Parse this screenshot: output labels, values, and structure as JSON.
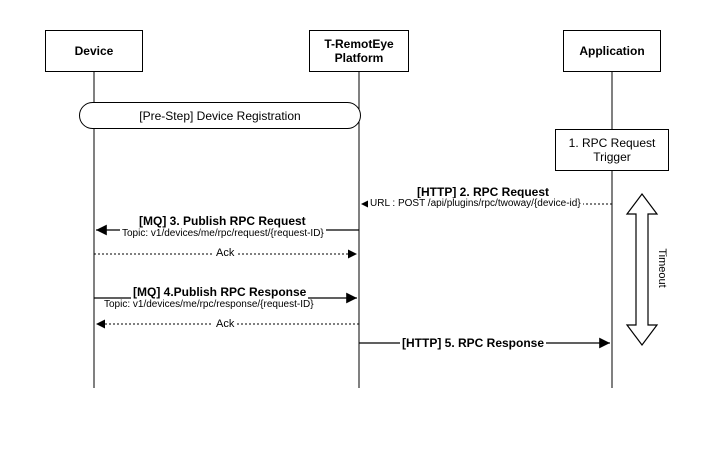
{
  "participants": {
    "device": "Device",
    "platform": "T-RemotEye\nPlatform",
    "application": "Application"
  },
  "pre_step": "[Pre-Step] Device Registration",
  "trigger_note": "1. RPC Request\nTrigger",
  "messages": {
    "m2_title": "[HTTP] 2. RPC Request",
    "m2_sub": "URL : POST /api/plugins/rpc/twoway/{device-id}",
    "m3_title": "[MQ] 3. Publish RPC Request",
    "m3_sub": "Topic: v1/devices/me/rpc/request/{request-ID}",
    "ack1": "Ack",
    "m4_title": "[MQ] 4.Publish RPC Response",
    "m4_sub": "Topic: v1/devices/me/rpc/response/{request-ID}",
    "ack2": "Ack",
    "m5_title": "[HTTP] 5. RPC Response"
  },
  "timeout_label": "Timeout"
}
